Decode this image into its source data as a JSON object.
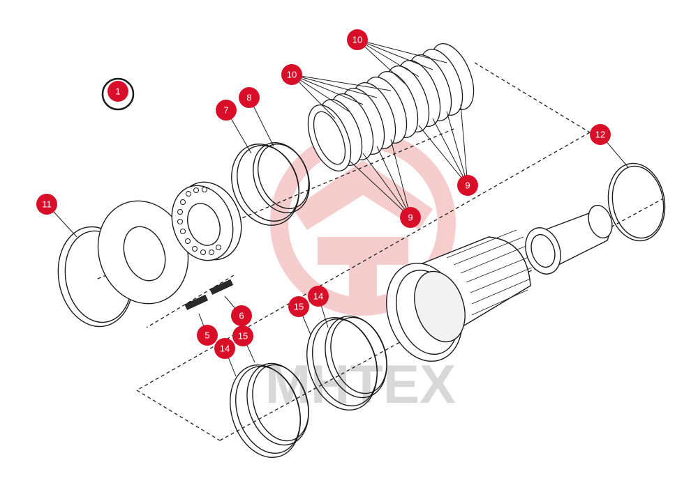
{
  "watermark": {
    "text": "MHTEX"
  },
  "colors": {
    "callout_fill": "#d90f2a",
    "callout_text": "#ffffff",
    "line": "#1a1a1a",
    "logo": "#f6c8c8"
  },
  "callouts": [
    {
      "id": "c1",
      "label": "1"
    },
    {
      "id": "c7",
      "label": "7"
    },
    {
      "id": "c8",
      "label": "8"
    },
    {
      "id": "c10a",
      "label": "10"
    },
    {
      "id": "c10b",
      "label": "10"
    },
    {
      "id": "c11",
      "label": "11"
    },
    {
      "id": "c12",
      "label": "12"
    },
    {
      "id": "c9a",
      "label": "9"
    },
    {
      "id": "c9b",
      "label": "9"
    },
    {
      "id": "c5",
      "label": "5"
    },
    {
      "id": "c6",
      "label": "6"
    },
    {
      "id": "c14a",
      "label": "14"
    },
    {
      "id": "c15a",
      "label": "15"
    },
    {
      "id": "c14b",
      "label": "14"
    },
    {
      "id": "c15b",
      "label": "15"
    }
  ]
}
